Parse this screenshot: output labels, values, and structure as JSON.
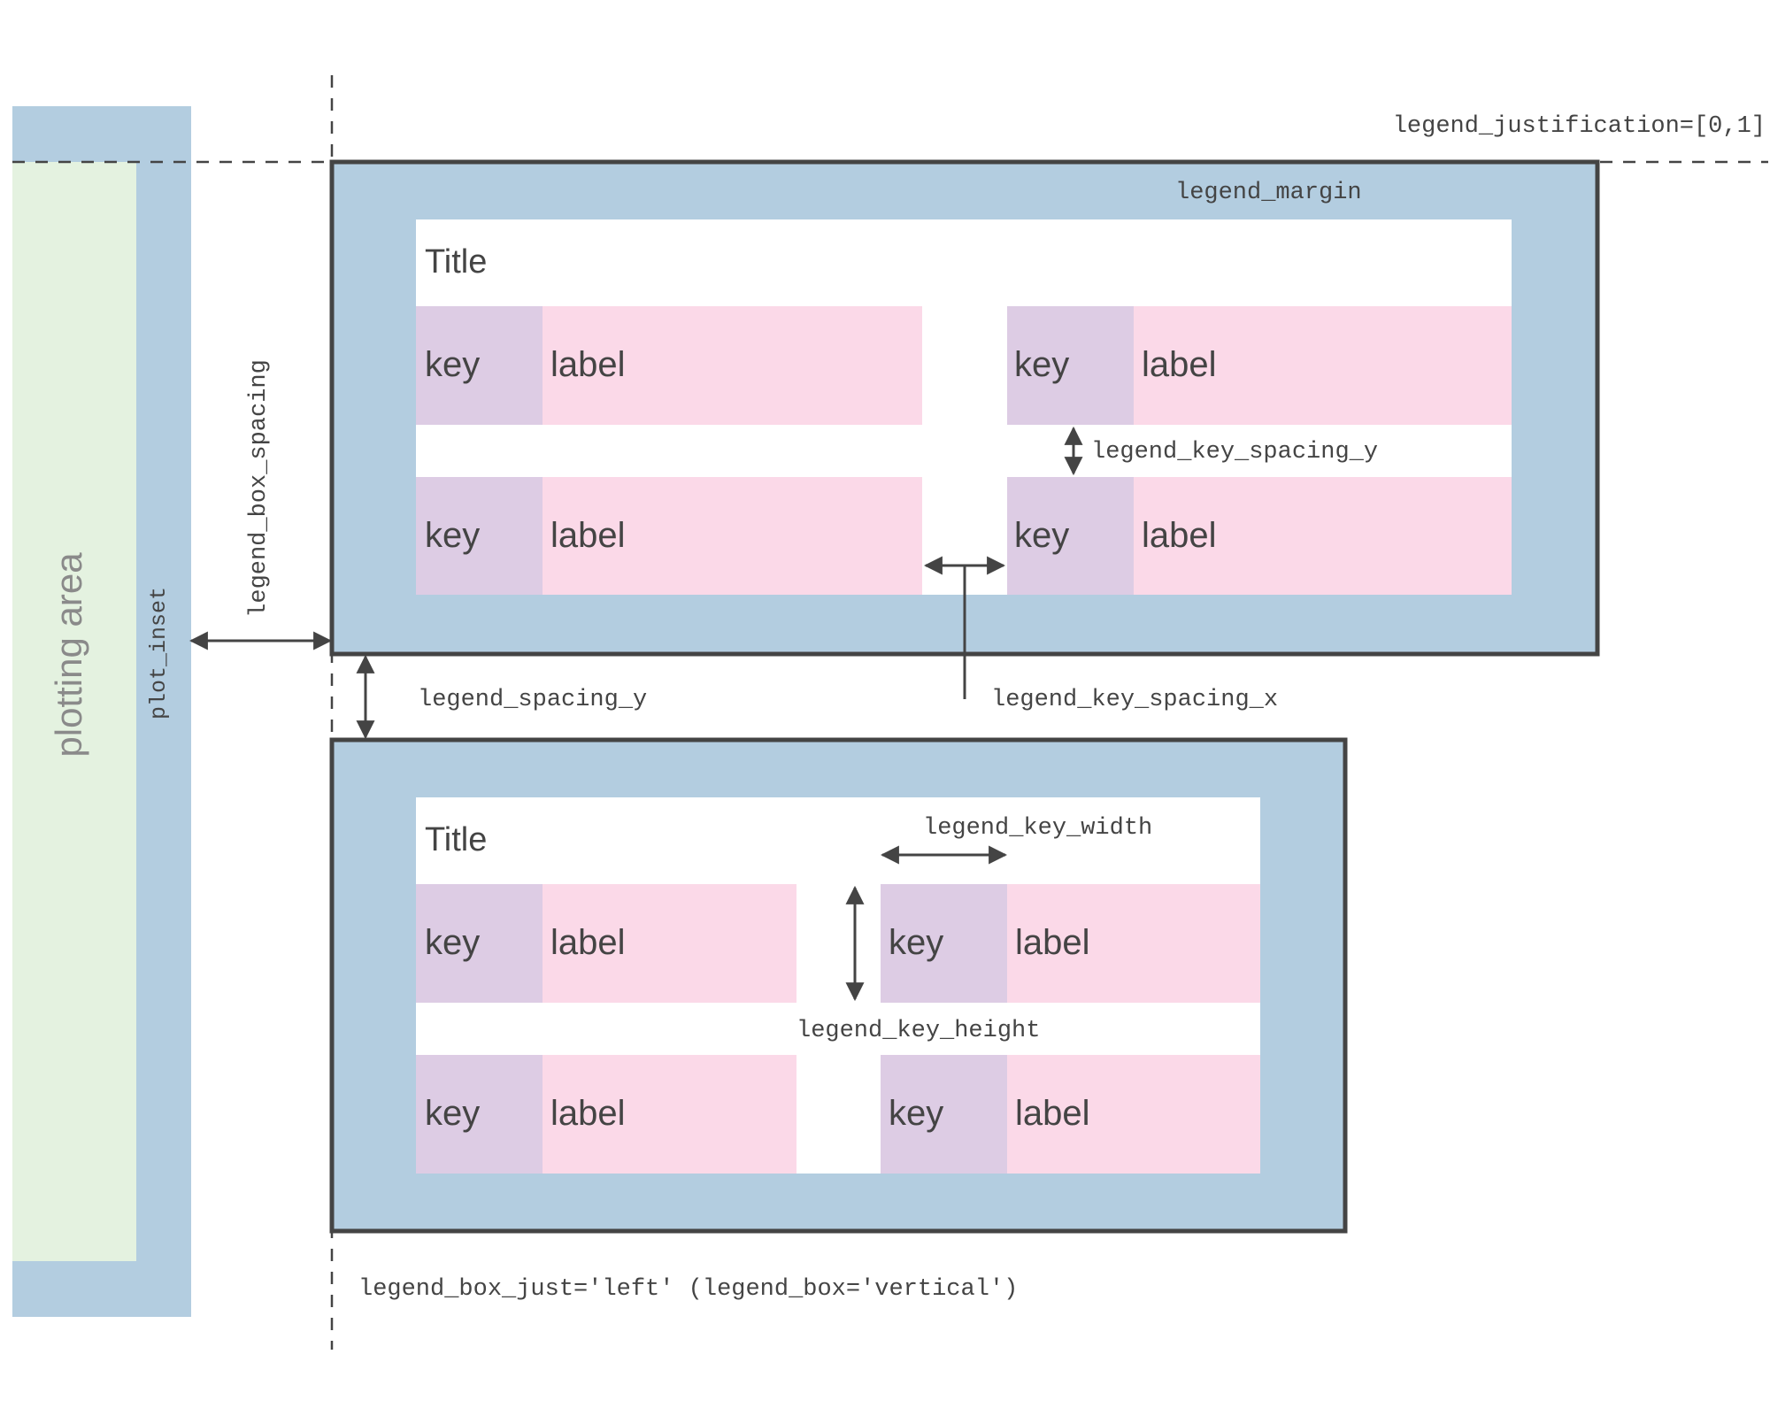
{
  "colors": {
    "panel_blue": "#b3cde0",
    "plot_green": "#e4f2e0",
    "key_purple": "#ddcce4",
    "label_pink": "#fbd9e8",
    "border": "#444444",
    "text": "#444444"
  },
  "plot": {
    "area_label": "plotting area",
    "inset_label": "plot_inset"
  },
  "top_legend": {
    "title": "Title",
    "margin_label": "legend_margin",
    "items": [
      {
        "key": "key",
        "label": "label"
      },
      {
        "key": "key",
        "label": "label"
      },
      {
        "key": "key",
        "label": "label"
      },
      {
        "key": "key",
        "label": "label"
      }
    ]
  },
  "bottom_legend": {
    "title": "Title",
    "items": [
      {
        "key": "key",
        "label": "label"
      },
      {
        "key": "key",
        "label": "label"
      },
      {
        "key": "key",
        "label": "label"
      },
      {
        "key": "key",
        "label": "label"
      }
    ]
  },
  "annotations": {
    "legend_justification": "legend_justification=[0,1]",
    "legend_box_spacing": "legend_box_spacing",
    "legend_key_spacing_y": "legend_key_spacing_y",
    "legend_key_spacing_x": "legend_key_spacing_x",
    "legend_spacing_y": "legend_spacing_y",
    "legend_key_width": "legend_key_width",
    "legend_key_height": "legend_key_height",
    "legend_box_just": "legend_box_just='left' (legend_box='vertical')"
  }
}
